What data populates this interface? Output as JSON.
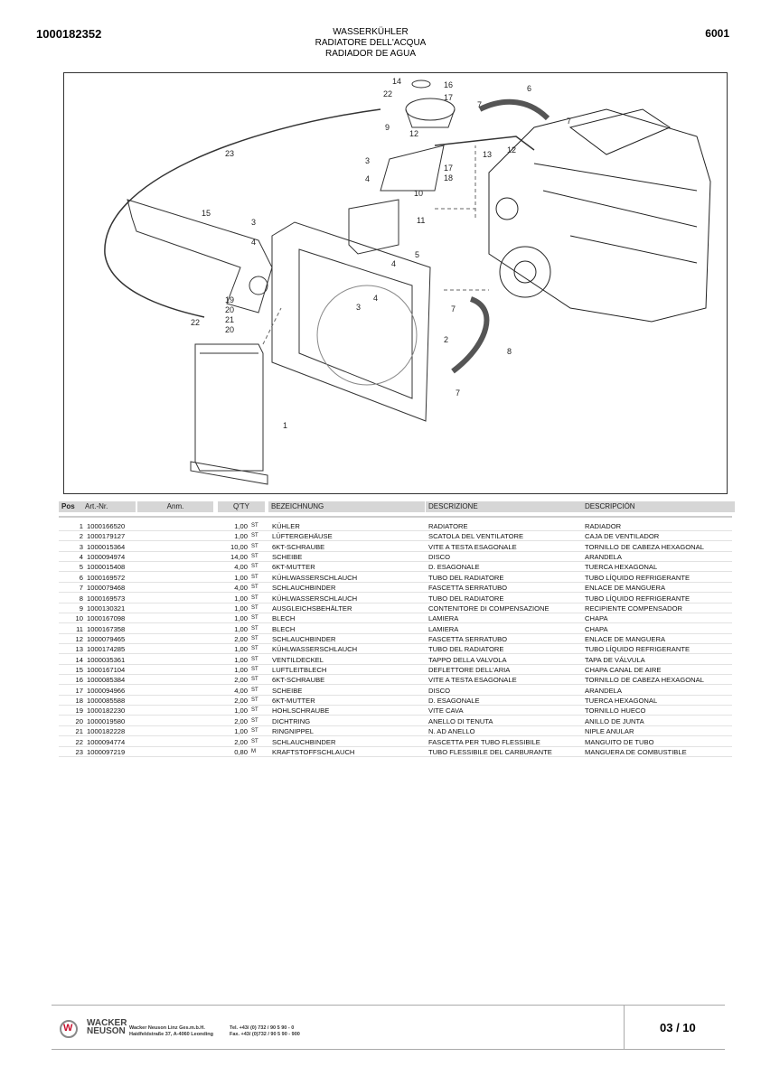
{
  "header": {
    "doc_number": "1000182352",
    "title_de": "WASSERKÜHLER",
    "title_it": "RADIATORE DELL'ACQUA",
    "title_es": "RADIADOR DE AGUA",
    "group_code": "6001"
  },
  "diagram": {
    "callouts": [
      "14",
      "16",
      "22",
      "17",
      "9",
      "12",
      "7",
      "6",
      "7",
      "13",
      "12",
      "23",
      "3",
      "4",
      "17",
      "18",
      "10",
      "15",
      "3",
      "4",
      "11",
      "5",
      "4",
      "4",
      "3",
      "19",
      "20",
      "21",
      "20",
      "22",
      "7",
      "2",
      "8",
      "7",
      "1"
    ]
  },
  "table": {
    "headers": {
      "pos": "Pos",
      "art": "Art.-Nr.",
      "anm": "Anm.",
      "qty": "Q'TY",
      "bez": "BEZEICHNUNG",
      "des": "DESCRIZIONE",
      "desc": "DESCRIPCIÓN"
    },
    "rows": [
      {
        "pos": "1",
        "art": "1000166520",
        "qty": "1,00",
        "unit": "ST",
        "bez": "KÜHLER",
        "des": "RADIATORE",
        "desc": "RADIADOR"
      },
      {
        "pos": "2",
        "art": "1000179127",
        "qty": "1,00",
        "unit": "ST",
        "bez": "LÜFTERGEHÄUSE",
        "des": "SCATOLA DEL VENTILATORE",
        "desc": "CAJA DE VENTILADOR"
      },
      {
        "pos": "3",
        "art": "1000015364",
        "qty": "10,00",
        "unit": "ST",
        "bez": "6KT-SCHRAUBE",
        "des": "VITE A TESTA ESAGONALE",
        "desc": "TORNILLO DE CABEZA HEXAGONAL"
      },
      {
        "pos": "4",
        "art": "1000094974",
        "qty": "14,00",
        "unit": "ST",
        "bez": "SCHEIBE",
        "des": "DISCO",
        "desc": "ARANDELA"
      },
      {
        "pos": "5",
        "art": "1000015408",
        "qty": "4,00",
        "unit": "ST",
        "bez": "6KT-MUTTER",
        "des": "D. ESAGONALE",
        "desc": "TUERCA HEXAGONAL"
      },
      {
        "pos": "6",
        "art": "1000169572",
        "qty": "1,00",
        "unit": "ST",
        "bez": "KÜHLWASSERSCHLAUCH",
        "des": "TUBO DEL RADIATORE",
        "desc": "TUBO LÍQUIDO REFRIGERANTE"
      },
      {
        "pos": "7",
        "art": "1000079468",
        "qty": "4,00",
        "unit": "ST",
        "bez": "SCHLAUCHBINDER",
        "des": "FASCETTA SERRATUBO",
        "desc": "ENLACE DE MANGUERA"
      },
      {
        "pos": "8",
        "art": "1000169573",
        "qty": "1,00",
        "unit": "ST",
        "bez": "KÜHLWASSERSCHLAUCH",
        "des": "TUBO DEL RADIATORE",
        "desc": "TUBO LÍQUIDO REFRIGERANTE"
      },
      {
        "pos": "9",
        "art": "1000130321",
        "qty": "1,00",
        "unit": "ST",
        "bez": "AUSGLEICHSBEHÄLTER",
        "des": "CONTENITORE DI COMPENSAZIONE",
        "desc": "RECIPIENTE COMPENSADOR"
      },
      {
        "pos": "10",
        "art": "1000167098",
        "qty": "1,00",
        "unit": "ST",
        "bez": "BLECH",
        "des": "LAMIERA",
        "desc": "CHAPA"
      },
      {
        "pos": "11",
        "art": "1000167358",
        "qty": "1,00",
        "unit": "ST",
        "bez": "BLECH",
        "des": "LAMIERA",
        "desc": "CHAPA"
      },
      {
        "pos": "12",
        "art": "1000079465",
        "qty": "2,00",
        "unit": "ST",
        "bez": "SCHLAUCHBINDER",
        "des": "FASCETTA SERRATUBO",
        "desc": "ENLACE DE MANGUERA"
      },
      {
        "pos": "13",
        "art": "1000174285",
        "qty": "1,00",
        "unit": "ST",
        "bez": "KÜHLWASSERSCHLAUCH",
        "des": "TUBO DEL RADIATORE",
        "desc": "TUBO LÍQUIDO REFRIGERANTE"
      },
      {
        "pos": "14",
        "art": "1000035361",
        "qty": "1,00",
        "unit": "ST",
        "bez": "VENTILDECKEL",
        "des": "TAPPO DELLA VALVOLA",
        "desc": "TAPA DE VÁLVULA"
      },
      {
        "pos": "15",
        "art": "1000167104",
        "qty": "1,00",
        "unit": "ST",
        "bez": "LUFTLEITBLECH",
        "des": "DEFLETTORE DELL'ARIA",
        "desc": "CHAPA CANAL DE AIRE"
      },
      {
        "pos": "16",
        "art": "1000085384",
        "qty": "2,00",
        "unit": "ST",
        "bez": "6KT-SCHRAUBE",
        "des": "VITE A TESTA ESAGONALE",
        "desc": "TORNILLO DE CABEZA HEXAGONAL"
      },
      {
        "pos": "17",
        "art": "1000094966",
        "qty": "4,00",
        "unit": "ST",
        "bez": "SCHEIBE",
        "des": "DISCO",
        "desc": "ARANDELA"
      },
      {
        "pos": "18",
        "art": "1000085588",
        "qty": "2,00",
        "unit": "ST",
        "bez": "6KT-MUTTER",
        "des": "D. ESAGONALE",
        "desc": "TUERCA HEXAGONAL"
      },
      {
        "pos": "19",
        "art": "1000182230",
        "qty": "1,00",
        "unit": "ST",
        "bez": "HOHLSCHRAUBE",
        "des": "VITE CAVA",
        "desc": "TORNILLO HUECO"
      },
      {
        "pos": "20",
        "art": "1000019580",
        "qty": "2,00",
        "unit": "ST",
        "bez": "DICHTRING",
        "des": "ANELLO DI TENUTA",
        "desc": "ANILLO DE JUNTA"
      },
      {
        "pos": "21",
        "art": "1000182228",
        "qty": "1,00",
        "unit": "ST",
        "bez": "RINGNIPPEL",
        "des": "N. AD ANELLO",
        "desc": "NIPLE ANULAR"
      },
      {
        "pos": "22",
        "art": "1000094774",
        "qty": "2,00",
        "unit": "ST",
        "bez": "SCHLAUCHBINDER",
        "des": "FASCETTA PER TUBO FLESSIBILE",
        "desc": "MANGUITO DE TUBO"
      },
      {
        "pos": "23",
        "art": "1000097219",
        "qty": "0,80",
        "unit": "M",
        "bez": "KRAFTSTOFFSCHLAUCH",
        "des": "TUBO FLESSIBILE DEL CARBURANTE",
        "desc": "MANGUERA DE COMBUSTIBLE"
      }
    ]
  },
  "footer": {
    "brand_line1": "WACKER",
    "brand_line2": "NEUSON",
    "company": "Wacker Neuson Linz Ges.m.b.H.",
    "address": "Haidfeldstraße 37, A-4060 Leonding",
    "tel": "Tel. +43/ (0) 732 / 90 5 90 - 0",
    "fax": "Fax. +43/ (0)732 / 90 5 90 - 900",
    "page": "03 / 10"
  }
}
